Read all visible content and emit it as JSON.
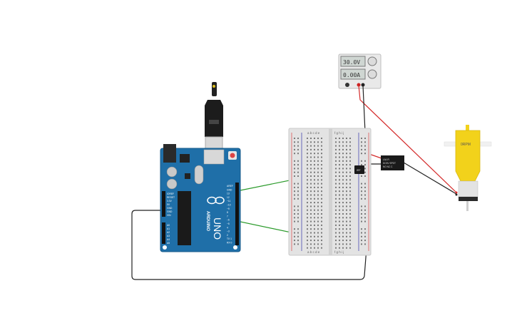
{
  "power_supply": {
    "voltage_display": "30.0V",
    "current_display": "0.00A"
  },
  "breadboard": {
    "column_letters_left": "a b c d e",
    "column_letters_right": "f g h i j"
  },
  "arduino": {
    "model_label": "UNO",
    "brand_label": "ARDUINO",
    "digital_header_label": "DIGITAL (PWM~)",
    "power_pin_labels": [
      "IOREF",
      "RESET",
      "3.3V",
      "5V",
      "GND",
      "GND",
      "VIN"
    ],
    "analog_pin_labels": [
      "A0",
      "A1",
      "A2",
      "A3",
      "A4",
      "A5"
    ],
    "digital_pin_labels": [
      "AREF",
      "GND",
      "13",
      "12",
      "~11",
      "~10",
      "~9",
      "8",
      "7",
      "~6",
      "~5",
      "4",
      "~3",
      "2",
      "TX 1",
      "RX 0"
    ]
  },
  "mosfet": {
    "label": "IRF"
  },
  "relay_module": {
    "label_line1": "LM-R",
    "label_line2": "DC5V SPDT",
    "label_line3": "NO NC C"
  },
  "motor": {
    "rpm_label": "0RPM"
  },
  "colors": {
    "board_blue": "#1f6fa8",
    "wire_green": "#2a9a2a",
    "wire_red": "#d42a2a",
    "wire_black": "#222222",
    "motor_yellow": "#f2d21b"
  }
}
